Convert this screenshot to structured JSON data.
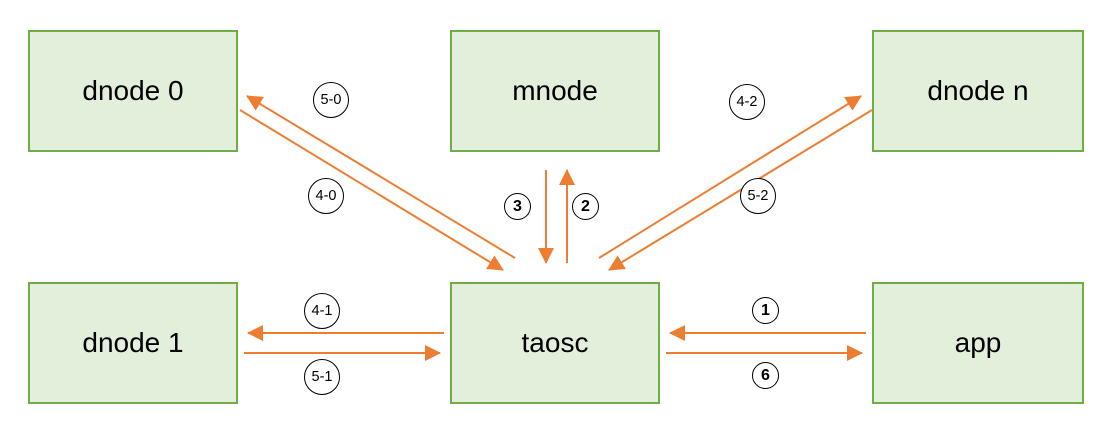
{
  "nodes": {
    "dnode0": "dnode 0",
    "mnode": "mnode",
    "dnode_n": "dnode n",
    "dnode1": "dnode 1",
    "taosc": "taosc",
    "app": "app"
  },
  "edge_labels": {
    "e50": "5-0",
    "e40": "4-0",
    "e3": "3",
    "e2": "2",
    "e42": "4-2",
    "e52": "5-2",
    "e41": "4-1",
    "e51": "5-1",
    "e1": "1",
    "e6": "6"
  },
  "colors": {
    "box_fill": "#e2efda",
    "box_border": "#70ad47",
    "arrow": "#ed7d31",
    "label_border": "#000000",
    "text": "#000000"
  }
}
